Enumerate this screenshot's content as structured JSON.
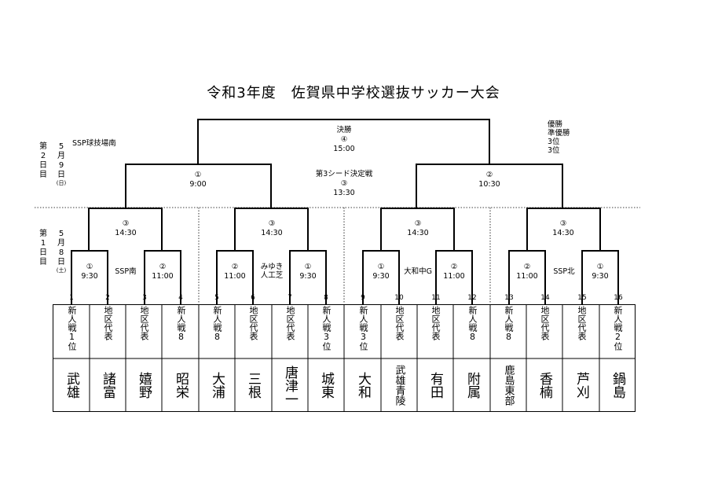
{
  "title": "令和3年度　佐賀県中学校選抜サッカー大会",
  "day2": {
    "label": "第2日目",
    "date": "5月9日",
    "weekday": "(日)",
    "venue": "SSP球技場南"
  },
  "day1": {
    "label": "第1日目",
    "date": "5月8日",
    "weekday": "(土)"
  },
  "final": {
    "name": "決勝",
    "no": "④",
    "time": "15:00"
  },
  "third": {
    "name": "第3シード決定戦",
    "no": "③",
    "time": "13:30"
  },
  "results": [
    "優勝",
    "準優勝",
    "3位",
    "3位"
  ],
  "semis": [
    {
      "no": "①",
      "time": "9:00"
    },
    {
      "no": "②",
      "time": "10:30"
    }
  ],
  "quarters": [
    {
      "no": "③",
      "time": "14:30"
    },
    {
      "no": "③",
      "time": "14:30"
    },
    {
      "no": "③",
      "time": "14:30"
    },
    {
      "no": "③",
      "time": "14:30"
    }
  ],
  "firsts": [
    {
      "no": "①",
      "time": "9:30"
    },
    {
      "no": "②",
      "time": "11:00"
    },
    {
      "no": "②",
      "time": "11:00"
    },
    {
      "no": "①",
      "time": "9:30"
    },
    {
      "no": "①",
      "time": "9:30"
    },
    {
      "no": "②",
      "time": "11:00"
    },
    {
      "no": "②",
      "time": "11:00"
    },
    {
      "no": "①",
      "time": "9:30"
    }
  ],
  "venues": [
    "SSP南",
    "みゆき人工芝",
    "大和中G",
    "SSP北"
  ],
  "teams": [
    {
      "num": "1",
      "info": "新人戦1位",
      "name": "武雄"
    },
    {
      "num": "2",
      "info": "地区代表",
      "name": "諸富"
    },
    {
      "num": "3",
      "info": "地区代表",
      "name": "嬉野"
    },
    {
      "num": "4",
      "info": "新人戦8",
      "name": "昭栄"
    },
    {
      "num": "5",
      "info": "新人戦8",
      "name": "大浦"
    },
    {
      "num": "6",
      "info": "地区代表",
      "name": "三根"
    },
    {
      "num": "7",
      "info": "地区代表",
      "name": "唐津一"
    },
    {
      "num": "8",
      "info": "新人戦3位",
      "name": "城東"
    },
    {
      "num": "9",
      "info": "新人戦3位",
      "name": "大和"
    },
    {
      "num": "10",
      "info": "地区代表",
      "name": "武雄青陵"
    },
    {
      "num": "11",
      "info": "地区代表",
      "name": "有田"
    },
    {
      "num": "12",
      "info": "新人戦8",
      "name": "附属"
    },
    {
      "num": "13",
      "info": "新人戦8",
      "name": "鹿島東部"
    },
    {
      "num": "14",
      "info": "地区代表",
      "name": "香楠"
    },
    {
      "num": "15",
      "info": "地区代表",
      "name": "芦刈"
    },
    {
      "num": "16",
      "info": "新人戦2位",
      "name": "鍋島"
    }
  ]
}
